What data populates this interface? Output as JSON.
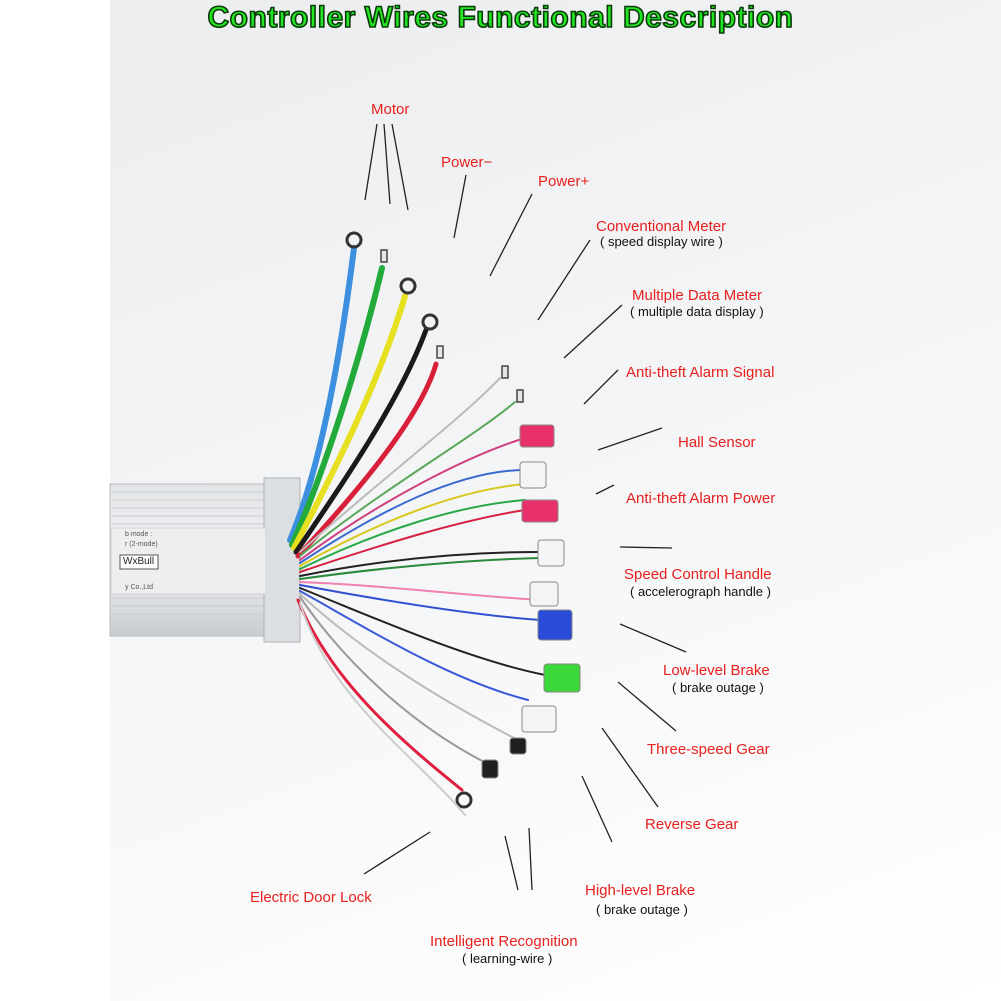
{
  "title": "Controller Wires Functional Description",
  "controller": {
    "brand": "WxBull",
    "label_line1": "b mode :",
    "label_line2": "r (2-mode)",
    "label_line3": "y Co.,Ltd"
  },
  "labels": {
    "motor": "Motor",
    "power_minus": "Power−",
    "power_plus": "Power+",
    "conventional_meter": "Conventional Meter",
    "conventional_meter_sub": "( speed display wire )",
    "multiple_data_meter": "Multiple Data Meter",
    "multiple_data_meter_sub": "( multiple data display )",
    "antitheft_signal": "Anti-theft Alarm Signal",
    "hall_sensor": "Hall Sensor",
    "antitheft_power": "Anti-theft Alarm Power",
    "speed_control": "Speed Control Handle",
    "speed_control_sub": "( accelerograph handle )",
    "low_brake": "Low-level Brake",
    "low_brake_sub": "( brake outage )",
    "three_speed": "Three-speed Gear",
    "reverse_gear": "Reverse  Gear",
    "high_brake": "High-level Brake",
    "high_brake_sub": "( brake outage )",
    "door_lock": "Electric Door Lock",
    "intelligent": "Intelligent  Recognition",
    "intelligent_sub": "( learning-wire )"
  },
  "colors": {
    "title_fill": "#22e622",
    "label_red": "#e8201e",
    "wire_blue": "#3d8fe0",
    "wire_green": "#22aa3a",
    "wire_yellow": "#e6e020",
    "wire_black": "#1a1a1a",
    "wire_red": "#d8203a",
    "connector_pink": "#e8306a",
    "connector_blue": "#2a4ad8",
    "connector_green": "#3ad83a"
  }
}
